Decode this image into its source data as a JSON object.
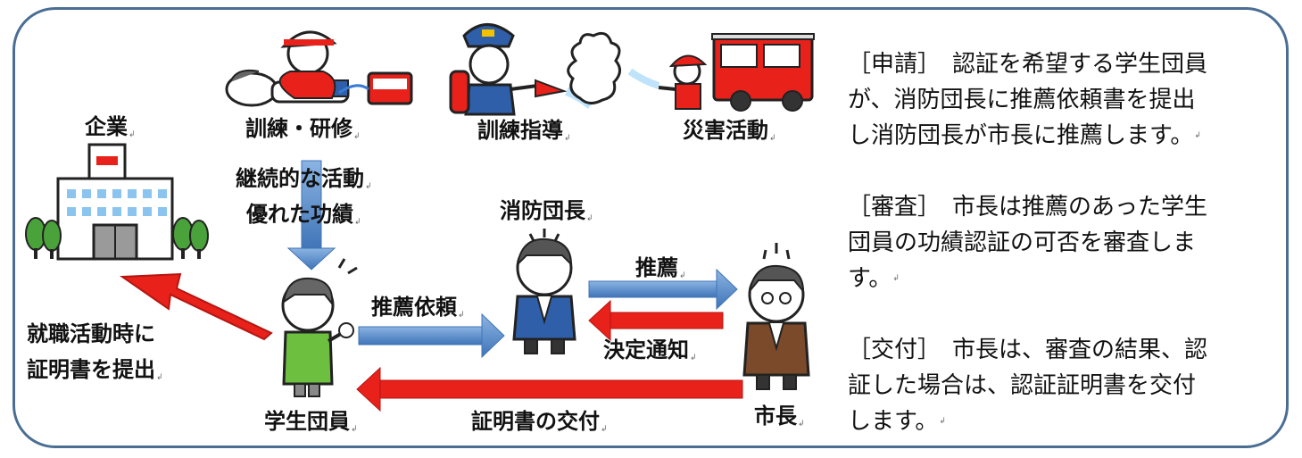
{
  "labels": {
    "company": "企業",
    "training": "訓練・研修",
    "guidance": "訓練指導",
    "disaster": "災害活動",
    "continued": "継続的な活動",
    "achievement": "優れた功績",
    "chief": "消防団長",
    "recommend": "推薦",
    "request": "推薦依頼",
    "decision": "決定通知",
    "job_hunting_1": "就職活動時に",
    "job_hunting_2": "証明書を提出",
    "member": "学生団員",
    "issue": "証明書の交付",
    "mayor": "市長",
    "aed": "AED"
  },
  "descriptions": [
    {
      "lines": [
        "［申請］　認証を希望する学生団員",
        "が、消防団長に推薦依頼書を提出",
        "し消防団長が市長に推薦します。"
      ]
    },
    {
      "lines": [
        "［審査］　市長は推薦のあった学生",
        "団員の功績認証の可否を審査しま",
        "す。"
      ]
    },
    {
      "lines": [
        "［交付］　市長は、審査の結果、認",
        "証した場合は、認証証明書を交付",
        "します。"
      ]
    }
  ],
  "colors": {
    "frame": "#4a6e93",
    "blue_arrow": "#5b8fcd",
    "red_arrow": "#e8211b"
  }
}
